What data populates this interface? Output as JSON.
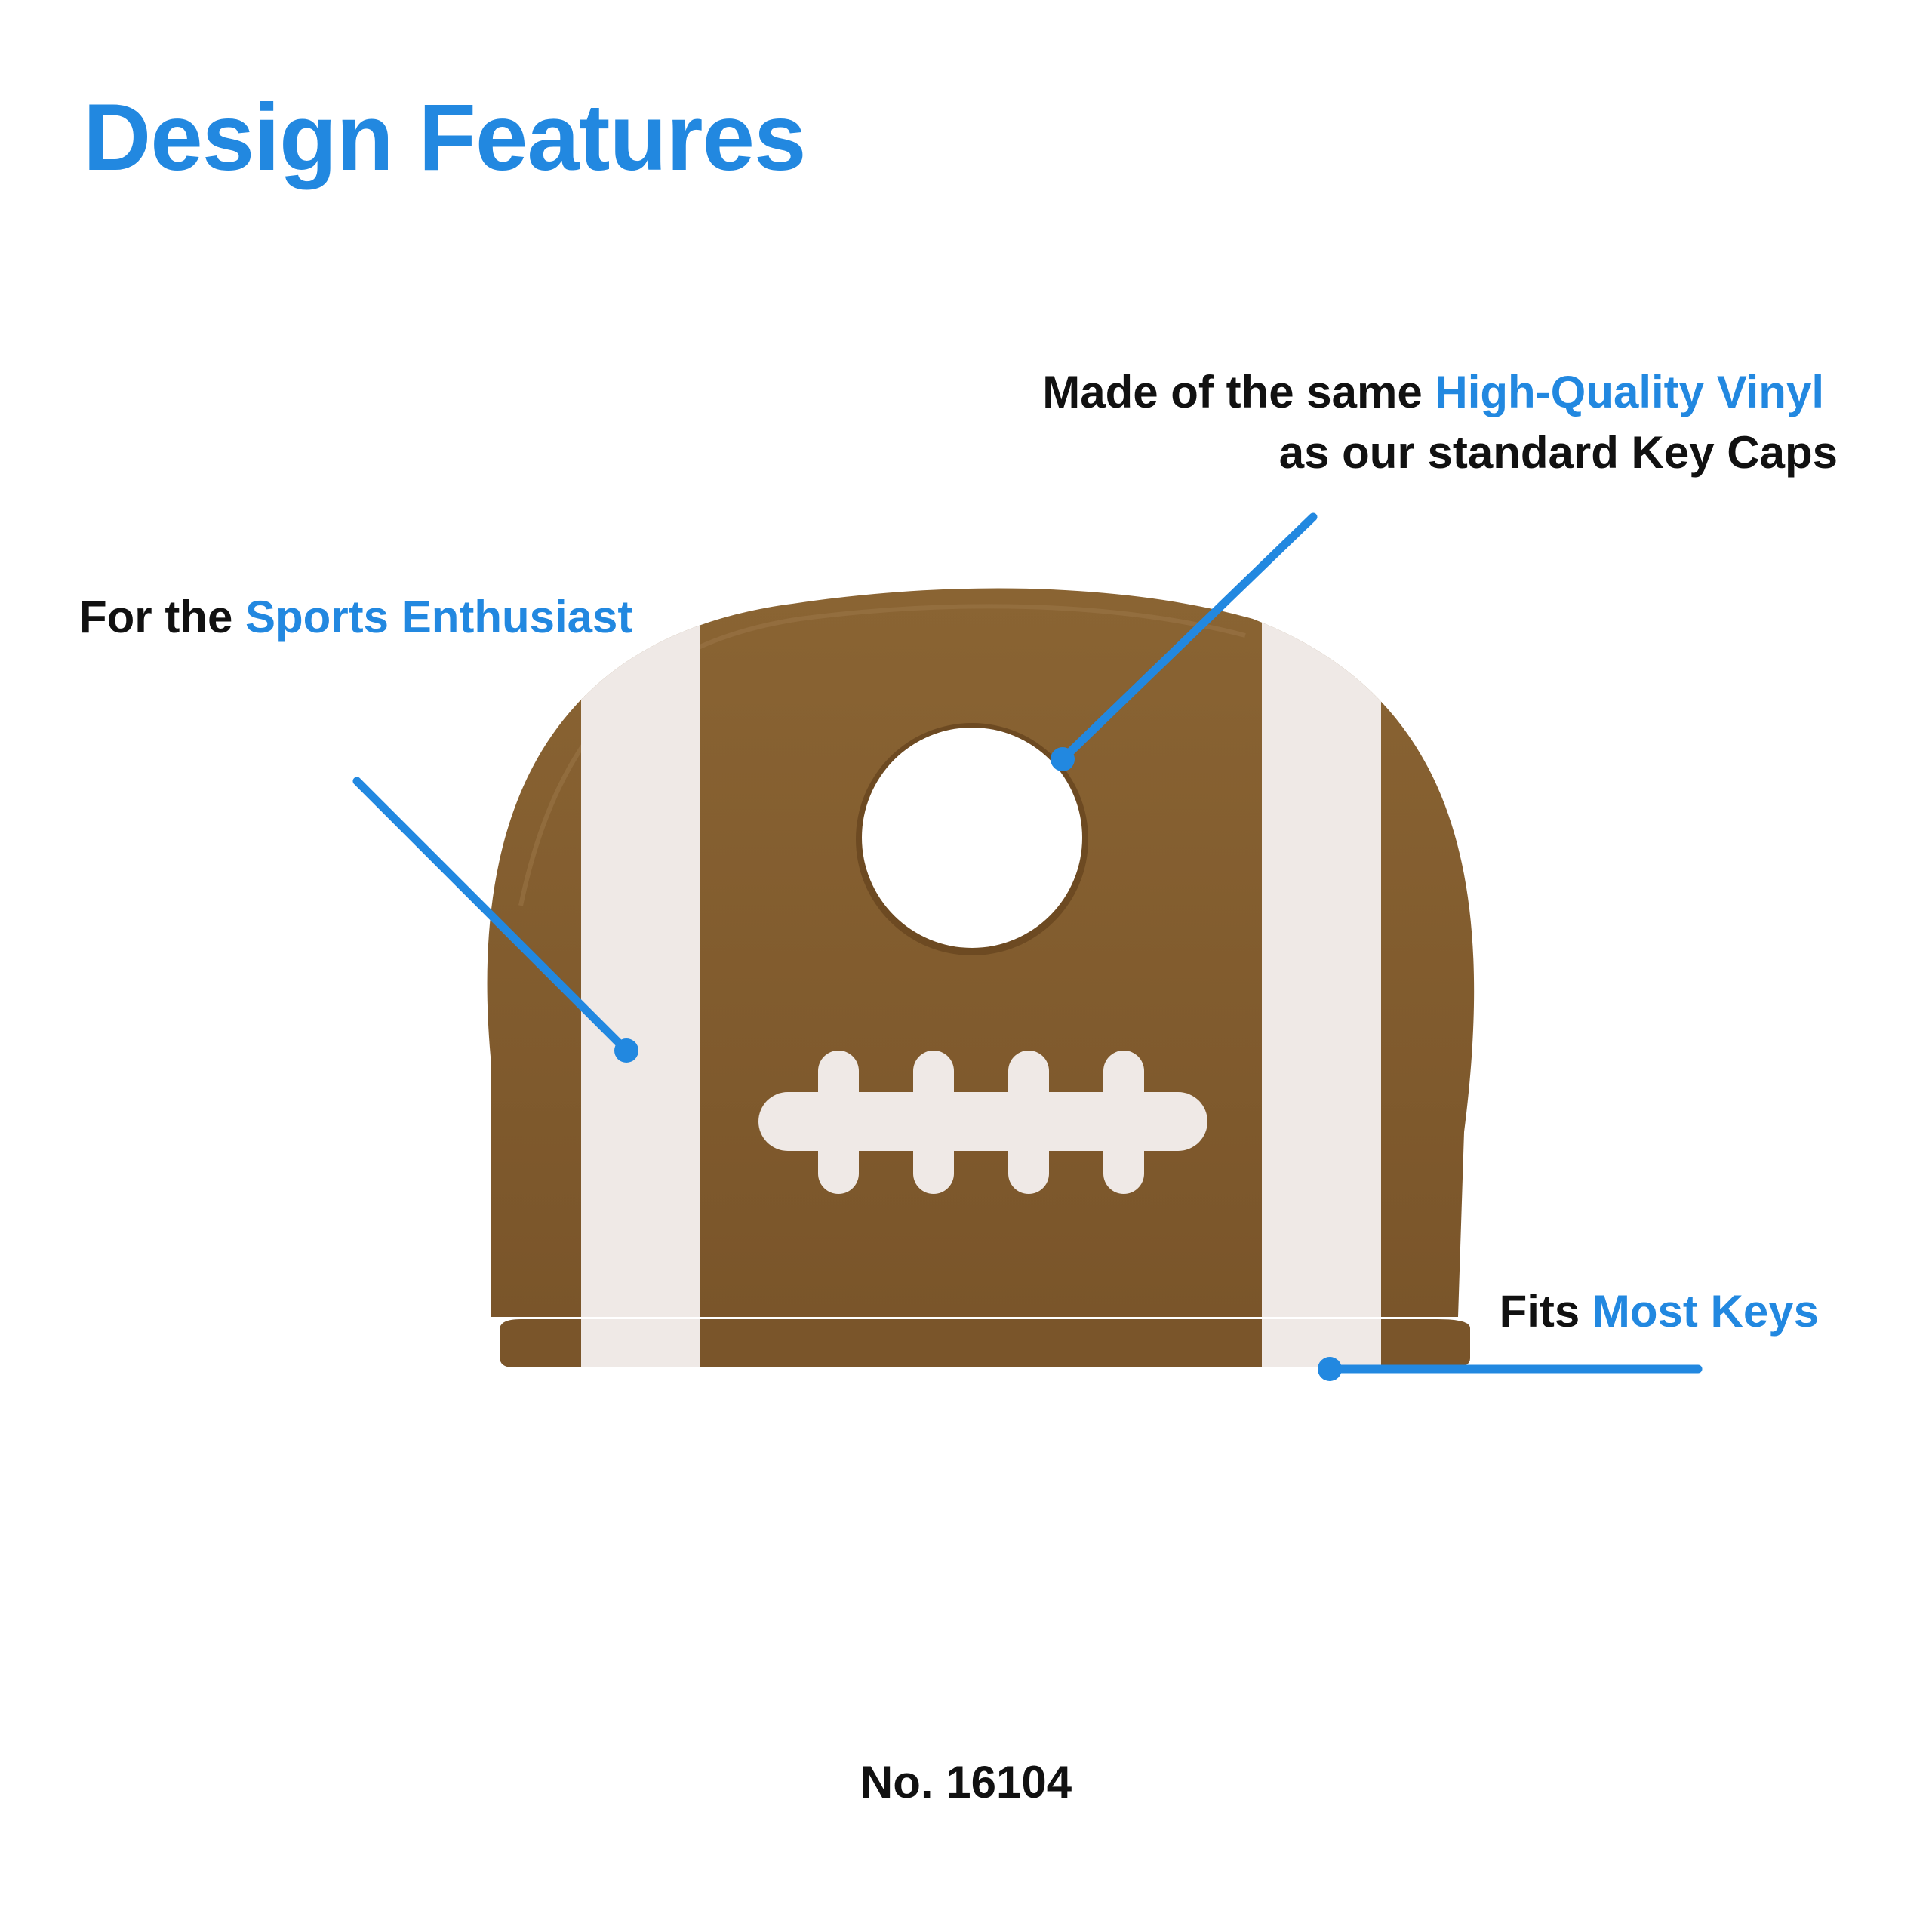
{
  "title": "Design Features",
  "callouts": {
    "vinyl": {
      "prefix": "Made of the same ",
      "highlight": "High-Quality Vinyl",
      "line2": "as our standard Key Caps"
    },
    "sports": {
      "prefix": "For the ",
      "highlight": "Sports Enthusiast"
    },
    "keys": {
      "prefix": "Fits ",
      "highlight": "Most Keys"
    }
  },
  "model_number": "No. 16104",
  "colors": {
    "accent": "#2288e0",
    "text": "#111111",
    "keycap_brown": "#7f5a2e",
    "stripe": "#efe9e6",
    "background": "#ffffff"
  },
  "illustration": {
    "subject": "football-key-cap",
    "icons": [
      "key-hole-icon",
      "football-laces-icon"
    ]
  }
}
